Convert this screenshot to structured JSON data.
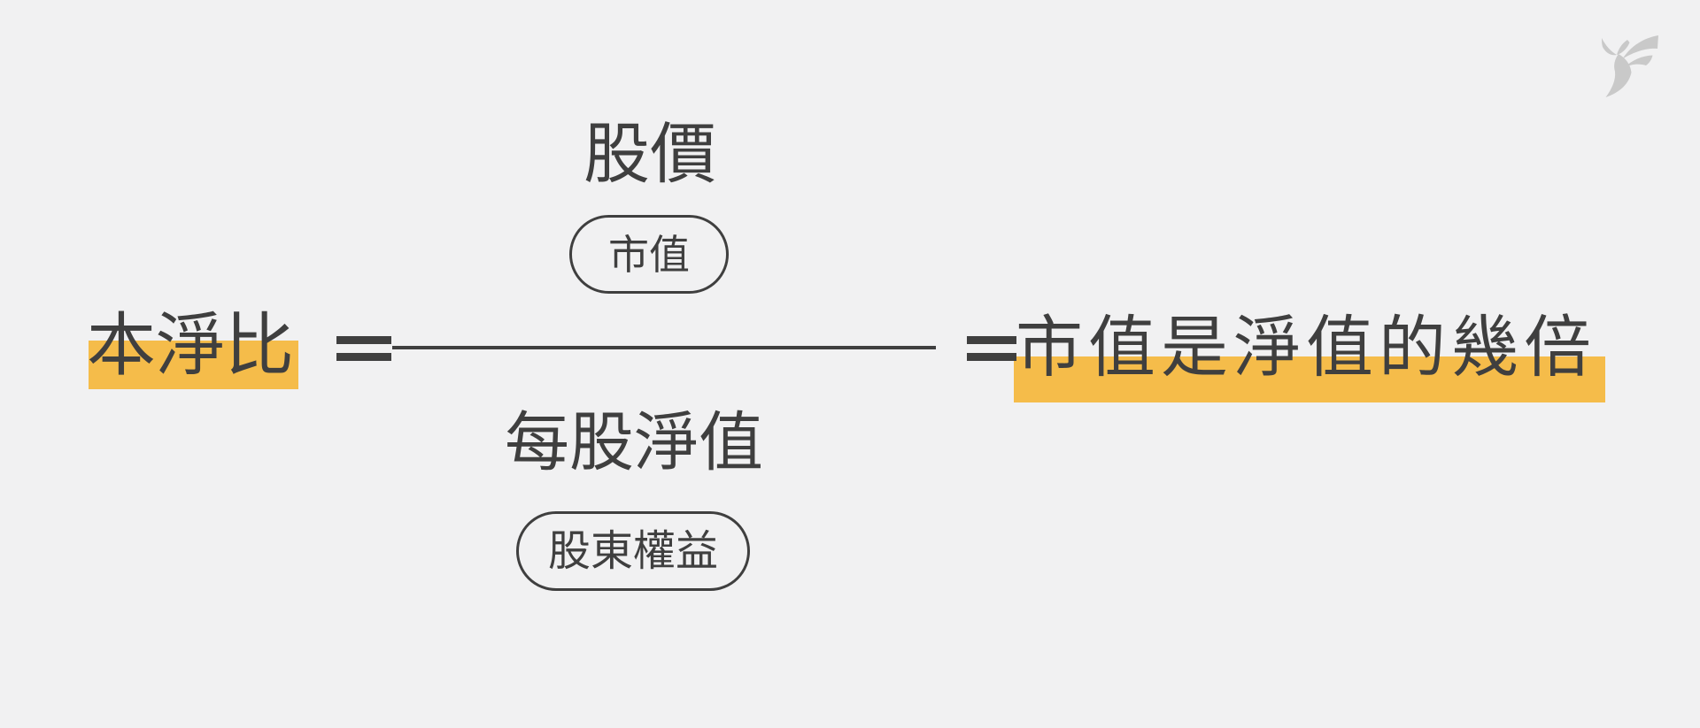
{
  "page": {
    "kind": "formula-infographic"
  },
  "colors": {
    "background": "#f1f1f2",
    "text": "#3f3f3f",
    "highlight": "#f5bc4a",
    "pill_border": "#3f3f3f",
    "fraction_line": "#3f3f3f",
    "logo": "#c9c9c9"
  },
  "formula": {
    "left_term": "本淨比",
    "equals_sign": "=",
    "numerator": "股價",
    "numerator_note": "市值",
    "denominator": "每股淨值",
    "denominator_note": "股東權益",
    "right_term": "市值是淨值的幾倍"
  },
  "icons": {
    "brand_logo": "bird-logo-icon"
  }
}
